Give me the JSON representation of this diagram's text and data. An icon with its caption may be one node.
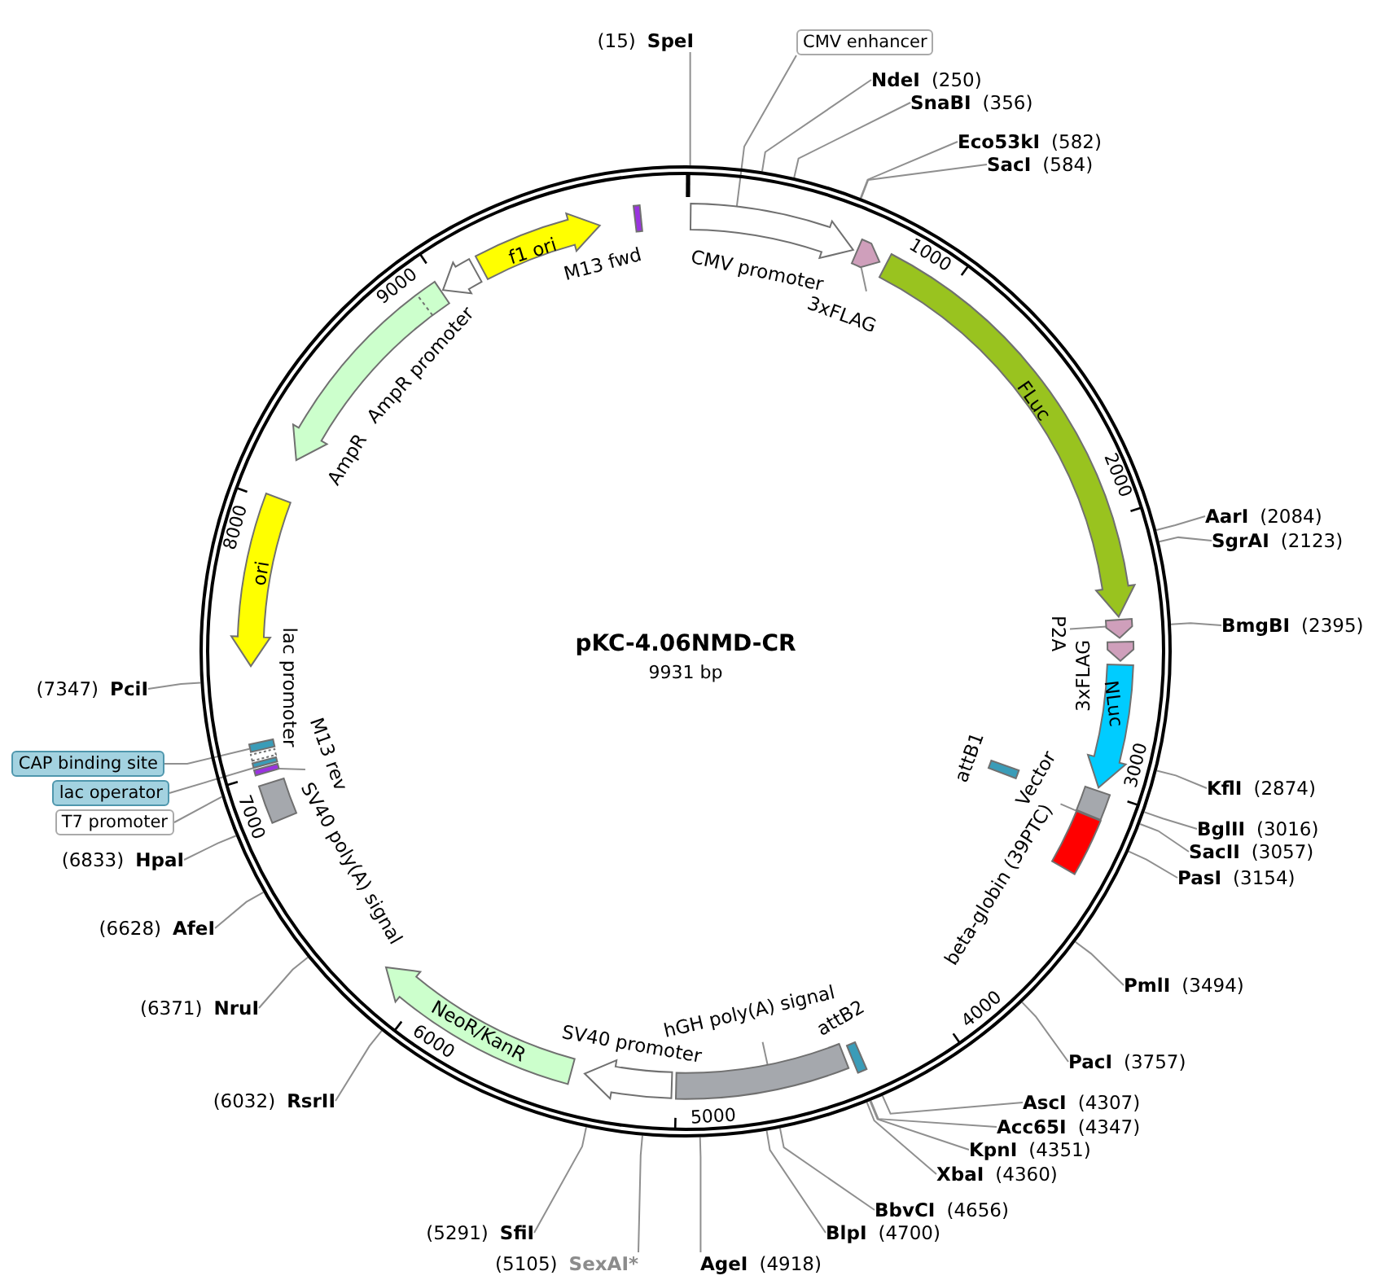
{
  "diagram": {
    "nodes": [
      {
        "text": [
          "pKC-4.06NMD-CR",
          "9931 bp"
        ]
      },
      {
        "text": [],
        "shape": "arrow",
        "in": 0,
        "beside": [
          "CMV promoter"
        ]
      },
      {
        "text": [],
        "shape": "arrow",
        "in": 0
      },
      {
        "text": [
          "FLuc"
        ],
        "in": 0
      },
      {
        "text": [],
        "shape": "arrow",
        "in": 0
      },
      {
        "text": [],
        "shape": "arrow",
        "in": 0
      },
      {
        "text": [
          "NLuc"
        ],
        "in": 0
      },
      {
        "text": [],
        "shape": "box",
        "in": 0
      },
      {
        "text": [],
        "shape": "box",
        "in": 0,
        "beside": [
          "beta-globin (39PTC)"
        ]
      },
      {
        "text": [],
        "shape": "bar",
        "in": 0,
        "beside": [
          "attB1"
        ]
      },
      {
        "text": [],
        "shape": "bar",
        "in": 0,
        "beside": [
          "attB2"
        ]
      },
      {
        "text": [],
        "shape": "box",
        "in": 0
      },
      {
        "text": [],
        "shape": "arrow",
        "in": 0,
        "beside": [
          "SV40 promoter"
        ]
      },
      {
        "text": [
          "NeoR/KanR"
        ],
        "in": 0
      },
      {
        "text": [],
        "shape": "box",
        "in": 0,
        "beside": [
          "SV40 poly(A) signal"
        ]
      },
      {
        "text": [],
        "shape": "bar",
        "in": 0
      },
      {
        "text": [],
        "shape": "bar",
        "in": 0
      },
      {
        "text": [],
        "shape": "bar",
        "in": 0,
        "beside": [
          "lac promoter"
        ]
      },
      {
        "text": [],
        "shape": "bar",
        "in": 0
      },
      {
        "text": [
          "ori"
        ],
        "in": 0
      },
      {
        "text": [],
        "shape": "arrow",
        "in": 0,
        "beside": [
          "AmpR"
        ]
      },
      {
        "text": [],
        "shape": "arrow",
        "in": 0
      },
      {
        "text": [
          "f1 ori"
        ],
        "in": 0
      },
      {
        "text": [],
        "shape": "bar",
        "in": 0
      },
      {
        "text": [
          "3xFLAG"
        ],
        "in": 0
      },
      {
        "text": [
          "P2A"
        ],
        "in": 0
      },
      {
        "text": [
          "Vector"
        ],
        "in": 0
      },
      {
        "text": [
          "hGH poly(A) signal"
        ],
        "in": 0
      },
      {
        "text": [
          "M13 rev"
        ],
        "in": 0
      },
      {
        "text": [
          "(15)",
          "SpeI"
        ]
      },
      {
        "text": [
          "CMV enhancer"
        ]
      },
      {
        "text": [
          "NdeI",
          "(250)"
        ]
      },
      {
        "text": [
          "SnaBI",
          "(356)"
        ]
      },
      {
        "text": [
          "Eco53kI",
          "(582)"
        ]
      },
      {
        "text": [
          "SacI",
          "(584)"
        ]
      },
      {
        "text": [
          "AarI",
          "(2084)"
        ]
      },
      {
        "text": [
          "SgrAI",
          "(2123)"
        ]
      },
      {
        "text": [
          "BmgBI",
          "(2395)"
        ]
      },
      {
        "text": [
          "KflI",
          "(2874)"
        ]
      },
      {
        "text": [
          "BglII",
          "(3016)"
        ]
      },
      {
        "text": [
          "SacII",
          "(3057)"
        ]
      },
      {
        "text": [
          "PasI",
          "(3154)"
        ]
      },
      {
        "text": [
          "PmlI",
          "(3494)"
        ]
      },
      {
        "text": [
          "PacI",
          "(3757)"
        ]
      },
      {
        "text": [
          "AscI",
          "(4307)"
        ]
      },
      {
        "text": [
          "Acc65I",
          "(4347)"
        ]
      },
      {
        "text": [
          "KpnI",
          "(4351)"
        ]
      },
      {
        "text": [
          "XbaI",
          "(4360)"
        ]
      },
      {
        "text": [
          "BbvCI",
          "(4656)"
        ]
      },
      {
        "text": [
          "BlpI",
          "(4700)"
        ]
      },
      {
        "text": [
          "AgeI",
          "(4918)"
        ]
      },
      {
        "text": [
          "(5105)",
          "SexAI*"
        ]
      },
      {
        "text": [
          "(5291)",
          "SfiI"
        ]
      },
      {
        "text": [
          "(6032)",
          "RsrII"
        ]
      },
      {
        "text": [
          "(6371)",
          "NruI"
        ]
      },
      {
        "text": [
          "(6628)",
          "AfeI"
        ]
      },
      {
        "text": [
          "(6833)",
          "HpaI"
        ]
      },
      {
        "text": [
          "T7 promoter"
        ]
      },
      {
        "text": [
          "lac operator"
        ]
      },
      {
        "text": [
          "CAP binding site"
        ]
      },
      {
        "text": [
          "(7347)",
          "PciI"
        ]
      }
    ],
    "edges": [
      {
        "from": 24,
        "to": 2,
        "arrow": "none"
      },
      {
        "from": 25,
        "to": 4,
        "arrow": "none"
      },
      {
        "from": 26,
        "to": 7,
        "arrow": "none"
      },
      {
        "from": 27,
        "to": 11,
        "arrow": "none"
      },
      {
        "from": 28,
        "to": 15,
        "arrow": "none"
      },
      {
        "from": 29,
        "to": 0,
        "arrow": "none"
      },
      {
        "from": 30,
        "to": 1,
        "arrow": "none"
      },
      {
        "from": 31,
        "to": 0,
        "arrow": "none"
      },
      {
        "from": 32,
        "to": 0,
        "arrow": "none"
      },
      {
        "from": 33,
        "to": 0,
        "arrow": "none"
      },
      {
        "from": 34,
        "to": 0,
        "arrow": "none"
      },
      {
        "from": 35,
        "to": 0,
        "arrow": "none"
      },
      {
        "from": 36,
        "to": 0,
        "arrow": "none"
      },
      {
        "from": 37,
        "to": 0,
        "arrow": "none"
      },
      {
        "from": 38,
        "to": 0,
        "arrow": "none"
      },
      {
        "from": 39,
        "to": 0,
        "arrow": "none"
      },
      {
        "from": 40,
        "to": 0,
        "arrow": "none"
      },
      {
        "from": 41,
        "to": 0,
        "arrow": "none"
      },
      {
        "from": 42,
        "to": 0,
        "arrow": "none"
      },
      {
        "from": 43,
        "to": 0,
        "arrow": "none"
      },
      {
        "from": 44,
        "to": 0,
        "arrow": "none"
      },
      {
        "from": 45,
        "to": 0,
        "arrow": "none"
      },
      {
        "from": 46,
        "to": 0,
        "arrow": "none"
      },
      {
        "from": 47,
        "to": 0,
        "arrow": "none"
      },
      {
        "from": 48,
        "to": 0,
        "arrow": "none"
      },
      {
        "from": 49,
        "to": 0,
        "arrow": "none"
      },
      {
        "from": 50,
        "to": 0,
        "arrow": "none"
      },
      {
        "from": 51,
        "to": 0,
        "arrow": "none"
      },
      {
        "from": 52,
        "to": 0,
        "arrow": "none"
      },
      {
        "from": 53,
        "to": 0,
        "arrow": "none"
      },
      {
        "from": 54,
        "to": 0,
        "arrow": "none"
      },
      {
        "from": 55,
        "to": 0,
        "arrow": "none"
      },
      {
        "from": 56,
        "to": 0,
        "arrow": "none"
      },
      {
        "from": 57,
        "to": 0,
        "arrow": "none"
      },
      {
        "from": 58,
        "to": 16,
        "arrow": "none"
      },
      {
        "from": 59,
        "to": 18,
        "arrow": "none"
      },
      {
        "from": 60,
        "to": 0,
        "arrow": "none"
      }
    ],
    "labels": [
      "1000",
      "2000",
      "3000",
      "4000",
      "5000",
      "6000",
      "7000",
      "8000",
      "9000",
      "M13 fwd",
      "AmpR promoter",
      "3xFLAG"
    ]
  }
}
